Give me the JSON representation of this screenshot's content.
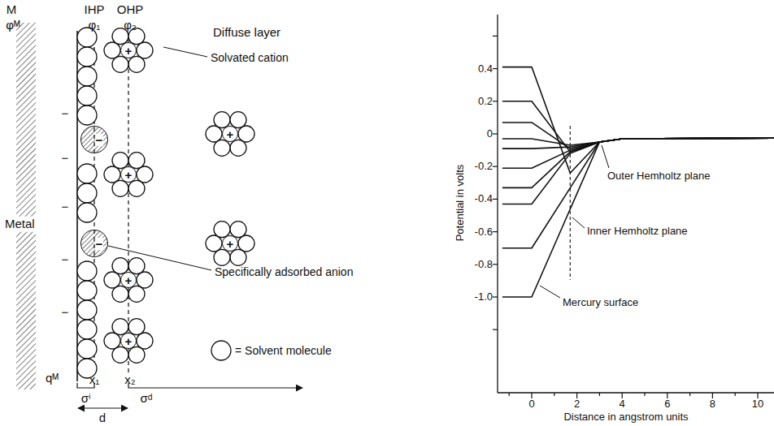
{
  "diagram": {
    "nodes": [
      {
        "text": [
          "+"
        ]
      },
      {
        "text": [
          "−"
        ]
      },
      {
        "text": [
          "+"
        ]
      },
      {
        "text": [
          "−"
        ]
      },
      {
        "text": [
          "+"
        ]
      },
      {
        "text": [
          "+"
        ]
      },
      {
        "text": [
          "+"
        ]
      },
      {
        "text": [
          "+"
        ]
      }
    ],
    "labels": [
      "M",
      "φᴹ",
      "IHP",
      "φ₁",
      "OHP",
      "φ₂",
      "Diffuse layer",
      "Solvated cation",
      "Metal",
      "−",
      "−",
      "−",
      "−",
      "−",
      "Specifically adsorbed anion",
      "qᴹ",
      "x₁",
      "x₂",
      "σⁱ",
      "σᵈ",
      "d",
      "0.4",
      "0.2",
      "0",
      "-0.2",
      "-0.4",
      "-0.6",
      "-0.8",
      "-1.0",
      "Potential in volts",
      "0",
      "2",
      "4",
      "6",
      "8",
      "10",
      "Distance in angstrom units",
      "Outer Hemholtz plane",
      "Inner Hemholtz plane",
      "Mercury surface"
    ],
    "legend": [
      {
        "text": "= Solvent molecule"
      }
    ]
  }
}
